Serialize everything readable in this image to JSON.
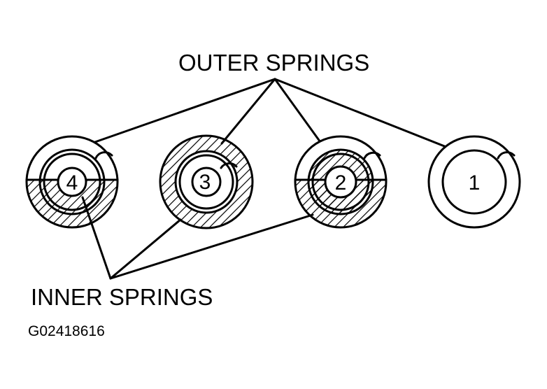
{
  "labels": {
    "outer": "OUTER SPRINGS",
    "inner": "INNER SPRINGS",
    "figure_code": "G02418616"
  },
  "springs": [
    {
      "number": "4",
      "fill": "half-hatched"
    },
    {
      "number": "3",
      "fill": "fully-hatched"
    },
    {
      "number": "2",
      "fill": "half-hatched"
    },
    {
      "number": "1",
      "fill": "empty"
    }
  ],
  "colors": {
    "ink": "#000000",
    "background": "#ffffff"
  }
}
